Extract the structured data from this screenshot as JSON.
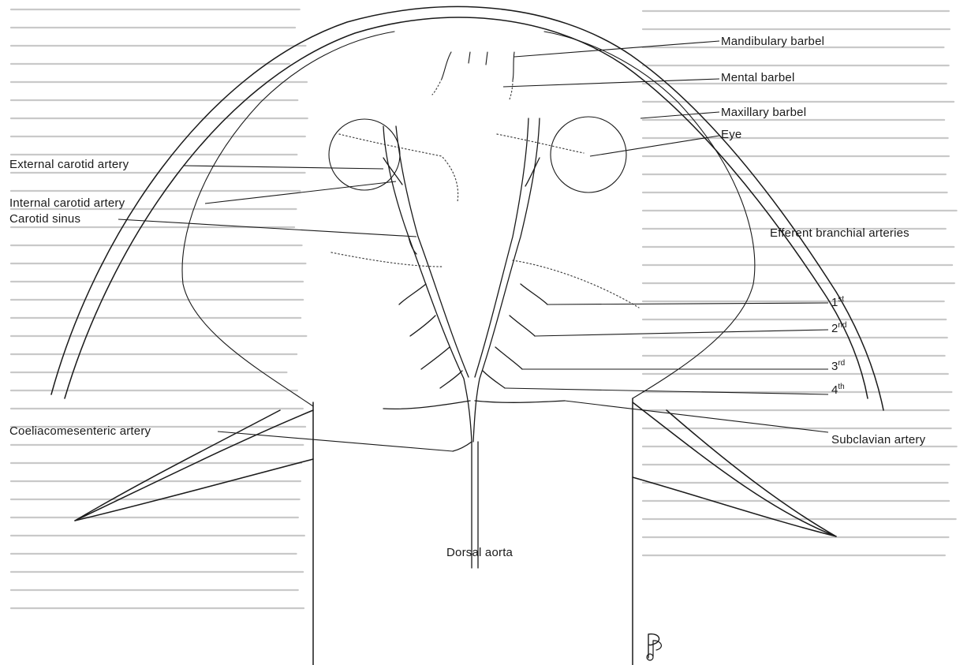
{
  "labels": {
    "mandibular_barbel": "Mandibulary barbel",
    "mental_barbel": "Mental barbel",
    "maxillary_barbel": "Maxillary barbel",
    "eye": "Eye",
    "external_carotid": "External carotid artery",
    "internal_carotid": "Internal carotid artery",
    "carotid_sinus": "Carotid sinus",
    "efferent_branchial": "Efferent branchial arteries",
    "subclavian": "Subclavian artery",
    "coeliacomesenteric": "Coeliacomesenteric artery",
    "dorsal_aorta": "Dorsal aorta"
  },
  "branchial_ordinals": [
    {
      "num": "1",
      "sup": "st"
    },
    {
      "num": "2",
      "sup": "nd"
    },
    {
      "num": "3",
      "sup": "rd"
    },
    {
      "num": "4",
      "sup": "th"
    }
  ],
  "colors": {
    "line": "#1a1a1a",
    "background": "#ffffff",
    "bleed_through_text": "#c9c9c9"
  }
}
